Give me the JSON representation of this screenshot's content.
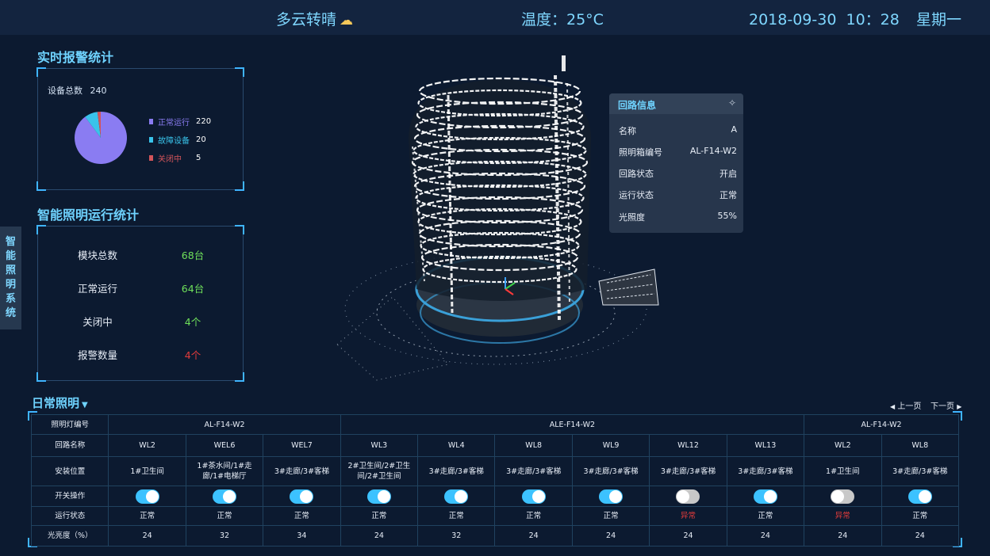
{
  "header": {
    "weather": "多云转晴",
    "weather_icon": "partly-cloudy-icon",
    "temperature": "温度：25°C",
    "datetime": "2018-09-30  10：28",
    "weekday": "星期一"
  },
  "side_tab": {
    "label": [
      "智",
      "能",
      "照",
      "明",
      "系",
      "统"
    ]
  },
  "alarm": {
    "title": "实时报警统计",
    "total_label": "设备总数",
    "total_value": "240",
    "chart_data": {
      "type": "pie",
      "categories": [
        "正常运行",
        "故障设备",
        "关闭中"
      ],
      "values": [
        220,
        20,
        5
      ],
      "colors": [
        "#8a7cf2",
        "#39c3ea",
        "#d2545a"
      ]
    },
    "legend": [
      {
        "label": "正常运行",
        "value": "220",
        "color": "#8a7cf2"
      },
      {
        "label": "故障设备",
        "value": "20",
        "color": "#39c3ea"
      },
      {
        "label": "关闭中",
        "value": "5",
        "color": "#d2545a"
      }
    ]
  },
  "lighting": {
    "title": "智能照明运行统计",
    "rows": [
      {
        "label": "模块总数",
        "value": "68台",
        "color": "#6fe05a"
      },
      {
        "label": "正常运行",
        "value": "64台",
        "color": "#6fe05a"
      },
      {
        "label": "关闭中",
        "value": "4个",
        "color": "#6fe05a"
      },
      {
        "label": "报警数量",
        "value": "4个",
        "color": "#e03b3b"
      }
    ]
  },
  "popup": {
    "title": "回路信息",
    "pin_icon": "pin-icon",
    "rows": [
      {
        "key": "名称",
        "value": "A"
      },
      {
        "key": "照明箱编号",
        "value": "AL-F14-W2"
      },
      {
        "key": "回路状态",
        "value": "开启"
      },
      {
        "key": "运行状态",
        "value": "正常"
      },
      {
        "key": "光照度",
        "value": "55%"
      }
    ]
  },
  "daily": {
    "title": "日常照明",
    "prev": "上一页",
    "next": "下一页",
    "headers": {
      "box_no": "照明灯编号",
      "circuit": "回路名称",
      "location": "安装位置",
      "switch": "开关操作",
      "status": "运行状态",
      "brightness": "光亮度（%）"
    },
    "groups": [
      {
        "label": "AL-F14-W2",
        "span": 3
      },
      {
        "label": "ALE-F14-W2",
        "span": 6
      },
      {
        "label": "AL-F14-W2",
        "span": 2
      }
    ],
    "columns": [
      {
        "circuit": "WL2",
        "location": "1#卫生间",
        "on": true,
        "status": "正常",
        "ok": true,
        "brightness": "24"
      },
      {
        "circuit": "WEL6",
        "location": "1#茶水间/1#走廊/1#电梯厅",
        "on": true,
        "status": "正常",
        "ok": true,
        "brightness": "32"
      },
      {
        "circuit": "WEL7",
        "location": "3#走廊/3#客梯",
        "on": true,
        "status": "正常",
        "ok": true,
        "brightness": "34"
      },
      {
        "circuit": "WL3",
        "location": "2#卫生间/2#卫生间/2#卫生间",
        "on": true,
        "status": "正常",
        "ok": true,
        "brightness": "24"
      },
      {
        "circuit": "WL4",
        "location": "3#走廊/3#客梯",
        "on": true,
        "status": "正常",
        "ok": true,
        "brightness": "32"
      },
      {
        "circuit": "WL8",
        "location": "3#走廊/3#客梯",
        "on": true,
        "status": "正常",
        "ok": true,
        "brightness": "24"
      },
      {
        "circuit": "WL9",
        "location": "3#走廊/3#客梯",
        "on": true,
        "status": "正常",
        "ok": true,
        "brightness": "24"
      },
      {
        "circuit": "WL12",
        "location": "3#走廊/3#客梯",
        "on": false,
        "status": "异常",
        "ok": false,
        "brightness": "24"
      },
      {
        "circuit": "WL13",
        "location": "3#走廊/3#客梯",
        "on": true,
        "status": "正常",
        "ok": true,
        "brightness": "24"
      },
      {
        "circuit": "WL2",
        "location": "1#卫生间",
        "on": false,
        "status": "异常",
        "ok": false,
        "brightness": "24"
      },
      {
        "circuit": "WL8",
        "location": "3#走廊/3#客梯",
        "on": true,
        "status": "正常",
        "ok": true,
        "brightness": "24"
      }
    ]
  }
}
